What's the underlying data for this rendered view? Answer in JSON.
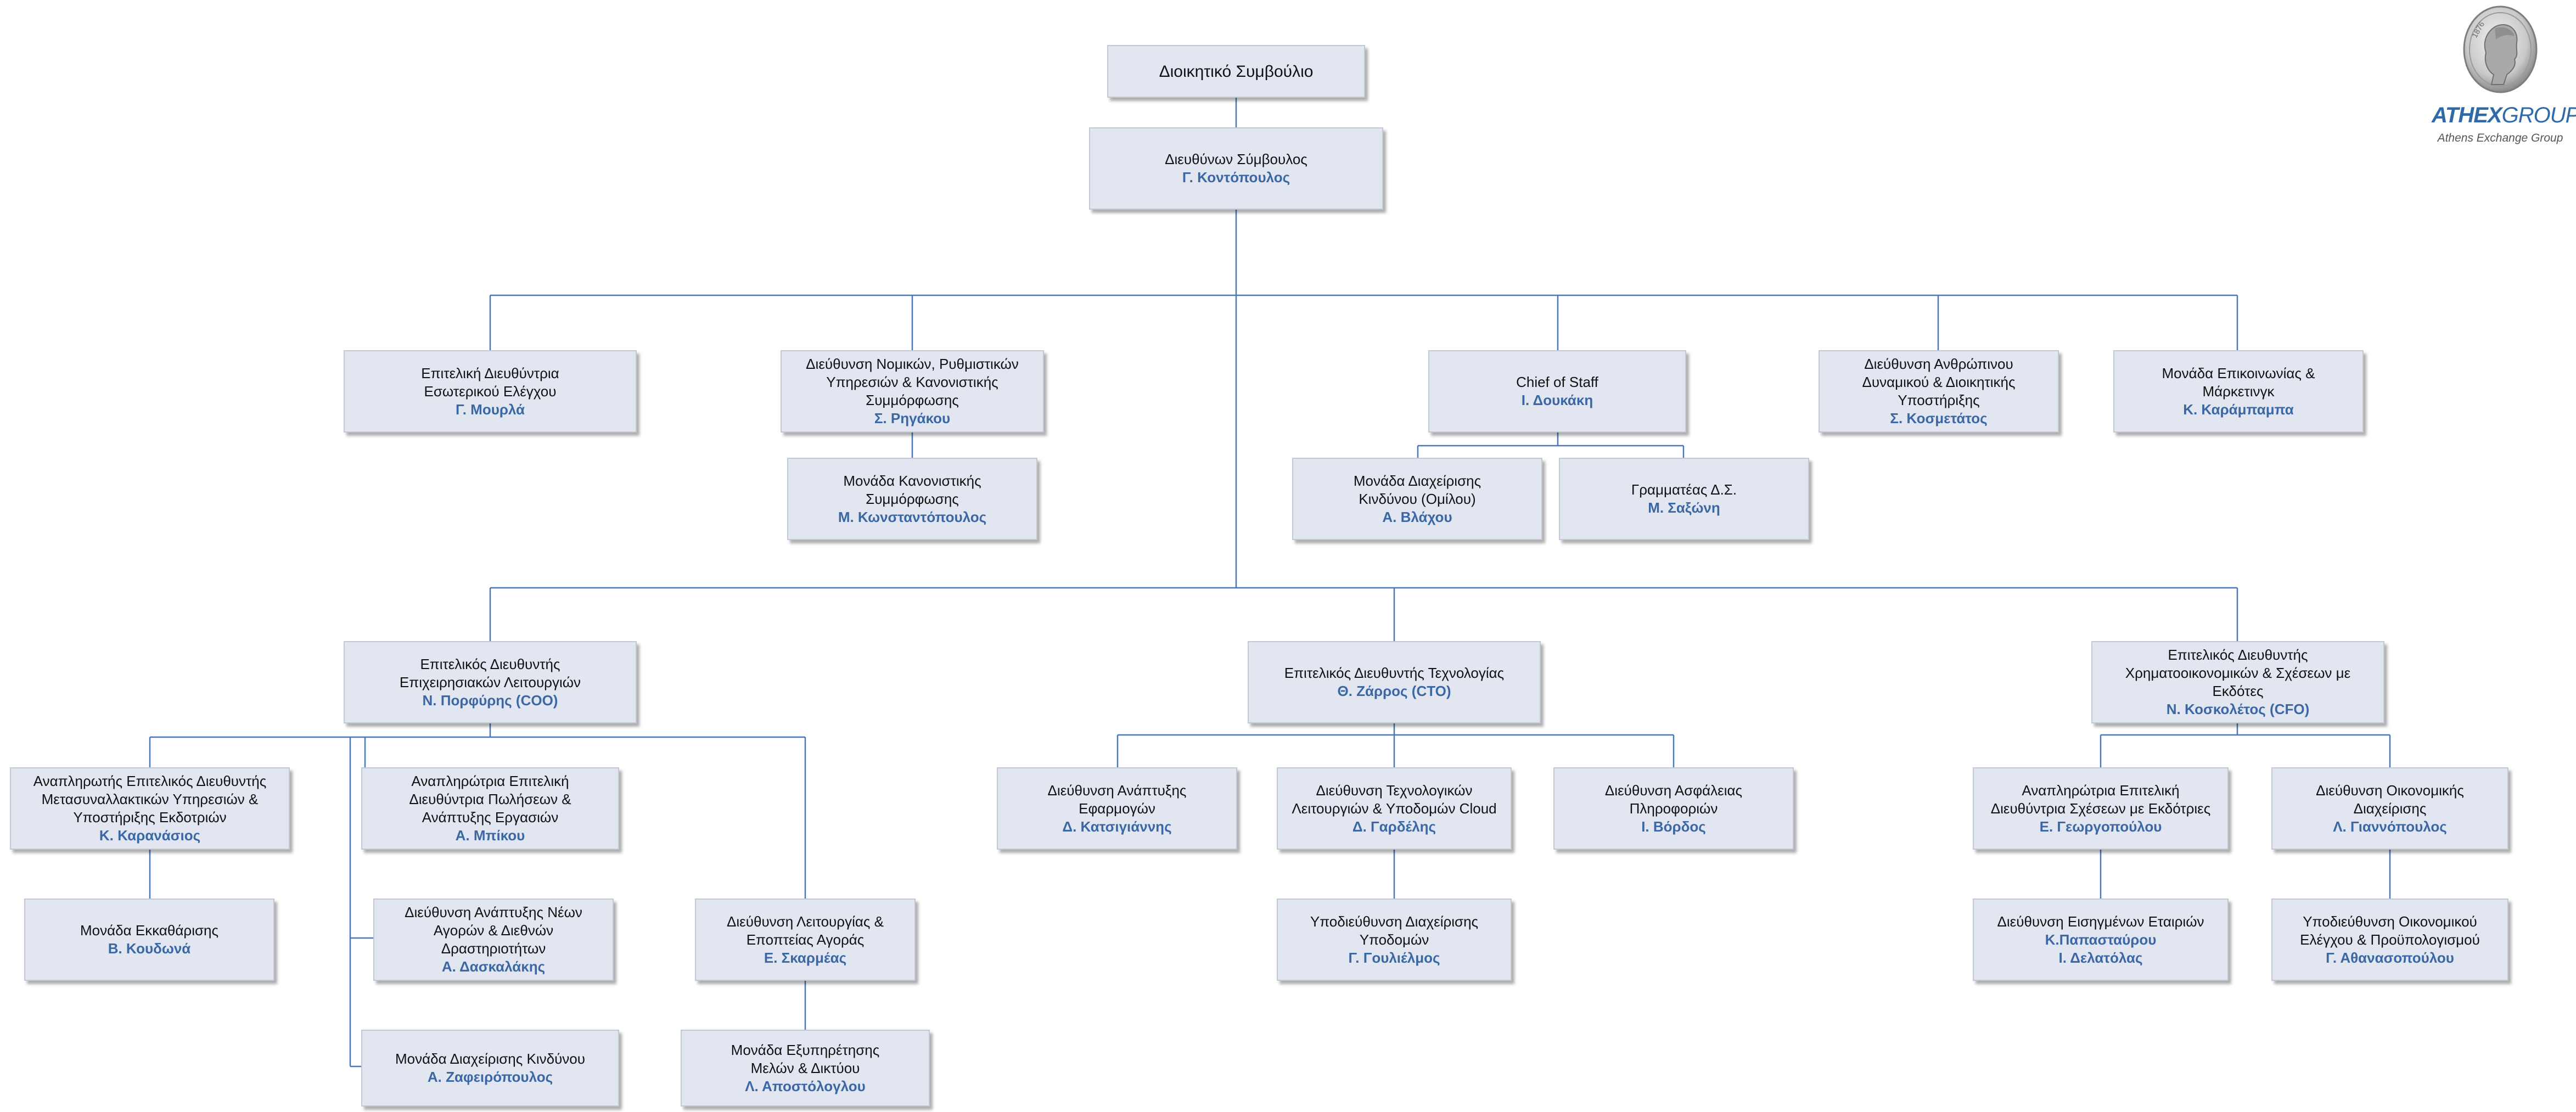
{
  "logo": {
    "name_bold": "ATHEX",
    "name_light": "GROUP",
    "tagline": "Athens Exchange Group",
    "medal_year": "1876"
  },
  "nodes": {
    "board": {
      "title": "Διοικητικό Συμβούλιο",
      "name": ""
    },
    "ceo": {
      "title": "Διευθύνων Σύμβουλος",
      "name": "Γ. Κοντόπουλος"
    },
    "audit": {
      "title": "Επιτελική Διευθύντρια\nΕσωτερικού Ελέγχου",
      "name": "Γ. Μουρλά"
    },
    "legal": {
      "title": "Διεύθυνση Νομικών, Ρυθμιστικών\nΥπηρεσιών & Κανονιστικής\nΣυμμόρφωσης",
      "name": "Σ. Ρηγάκου"
    },
    "compliance": {
      "title": "Μονάδα Κανονιστικής\nΣυμμόρφωσης",
      "name": "Μ. Κωνσταντόπουλος"
    },
    "chief_staff": {
      "title": "Chief of Staff",
      "name": "Ι. Δουκάκη"
    },
    "risk_group": {
      "title": "Μονάδα Διαχείρισης\nΚινδύνου (Ομίλου)",
      "name": "Α. Βλάχου"
    },
    "board_secretary": {
      "title": "Γραμματέας Δ.Σ.",
      "name": "Μ. Σαξώνη"
    },
    "hr": {
      "title": "Διεύθυνση Ανθρώπινου\nΔυναμικού & Διοικητικής\nΥποστήριξης",
      "name": "Σ. Κοσμετάτος"
    },
    "marketing": {
      "title": "Μονάδα Επικοινωνίας &\nΜάρκετινγκ",
      "name": "Κ. Καράμπαμπα"
    },
    "coo": {
      "title": "Επιτελικός Διευθυντής\nΕπιχειρησιακών Λειτουργιών",
      "name": "Ν. Πορφύρης (COO)"
    },
    "cto": {
      "title": "Επιτελικός Διευθυντής Τεχνολογίας",
      "name": "Θ. Ζάρρος (CTO)"
    },
    "cfo": {
      "title": "Επιτελικός Διευθυντής\nΧρηματοοικονομικών & Σχέσεων με\nΕκδότες",
      "name": "Ν. Κοσκολέτος (CFO)"
    },
    "deputy_post_trade": {
      "title": "Αναπληρωτής Επιτελικός Διευθυντής\nΜετασυναλλακτικών Υπηρεσιών &\nΥποστήριξης Εκδοτριών",
      "name": "Κ. Καρανάσιος"
    },
    "clearing": {
      "title": "Μονάδα Εκκαθάρισης",
      "name": "Β. Κουδωνά"
    },
    "deputy_sales": {
      "title": "Αναπληρώτρια Επιτελική\nΔιευθύντρια Πωλήσεων &\nΑνάπτυξης Εργασιών",
      "name": "Α. Μπίκου"
    },
    "new_markets": {
      "title": "Διεύθυνση Ανάπτυξης Νέων\nΑγορών & Διεθνών\nΔραστηριοτήτων",
      "name": "Α. Δασκαλάκης"
    },
    "risk_unit": {
      "title": "Μονάδα Διαχείρισης Κινδύνου",
      "name": "Α. Ζαφειρόπουλος"
    },
    "market_ops": {
      "title": "Διεύθυνση Λειτουργίας &\nΕποπτείας Αγοράς",
      "name": "Ε. Σκαρμέας"
    },
    "member_service": {
      "title": "Μονάδα Εξυπηρέτησης\nΜελών & Δικτύου",
      "name": "Λ. Αποστόλογλου"
    },
    "app_dev": {
      "title": "Διεύθυνση Ανάπτυξης\nΕφαρμογών",
      "name": "Δ. Κατσιγιάννης"
    },
    "tech_ops": {
      "title": "Διεύθυνση Τεχνολογικών\nΛειτουργιών & Υποδομών Cloud",
      "name": "Δ. Γαρδέλης"
    },
    "infra_sub": {
      "title": "Υποδιεύθυνση Διαχείρισης\nΥποδομών",
      "name": "Γ. Γουλιέλμος"
    },
    "infosec": {
      "title": "Διεύθυνση Ασφάλειας\nΠληροφοριών",
      "name": "Ι. Βόρδος"
    },
    "deputy_issuers": {
      "title": "Αναπληρώτρια Επιτελική\nΔιευθύντρια Σχέσεων με Εκδότριες",
      "name": "Ε. Γεωργοπούλου"
    },
    "listed_cos": {
      "title": "Διεύθυνση Εισηγμένων Εταιριών",
      "name": "Κ.Παπασταύρου\nΙ. Δελατόλας"
    },
    "finance": {
      "title": "Διεύθυνση Οικονομικής\nΔιαχείρισης",
      "name": "Λ. Γιαννόπουλος"
    },
    "fin_control": {
      "title": "Υποδιεύθυνση Οικονομικού\nΕλέγχου & Προϋπολογισμού",
      "name": "Γ. Αθανασοπούλου"
    }
  },
  "colors": {
    "box_fill": "#e1e6f0",
    "name_text": "#3b67a4",
    "connector": "#4a78b8"
  }
}
